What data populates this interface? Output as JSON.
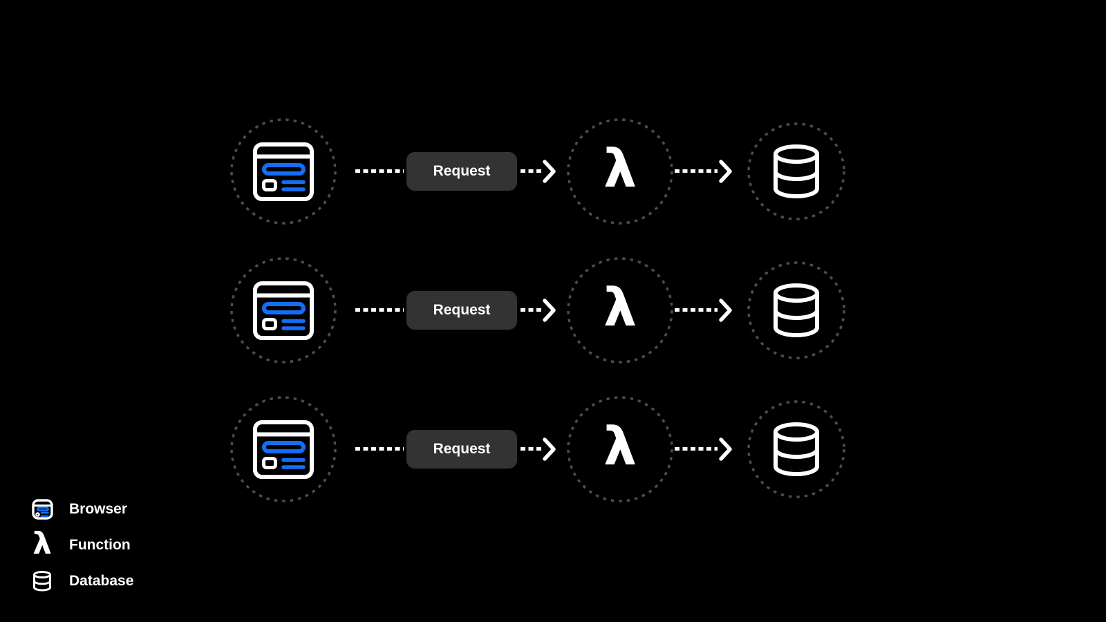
{
  "colors": {
    "background": "#000000",
    "foreground": "#ffffff",
    "accent_blue": "#146EF5",
    "pill_bg": "#333333",
    "ring": "#4d4d4d"
  },
  "diagram": {
    "description": "Three identical request flows: browser sends Request to function which talks to database",
    "lambda_glyph": "λ",
    "node_icons": [
      {
        "icon": "browser-icon",
        "type": "browser"
      },
      {
        "icon": "lambda-icon",
        "type": "function"
      },
      {
        "icon": "database-icon",
        "type": "database"
      }
    ],
    "rows": [
      {
        "request_label": "Request"
      },
      {
        "request_label": "Request"
      },
      {
        "request_label": "Request"
      }
    ]
  },
  "legend": {
    "items": [
      {
        "icon": "browser-icon",
        "label": "Browser"
      },
      {
        "icon": "lambda-icon",
        "label": "Function"
      },
      {
        "icon": "database-icon",
        "label": "Database"
      }
    ]
  }
}
